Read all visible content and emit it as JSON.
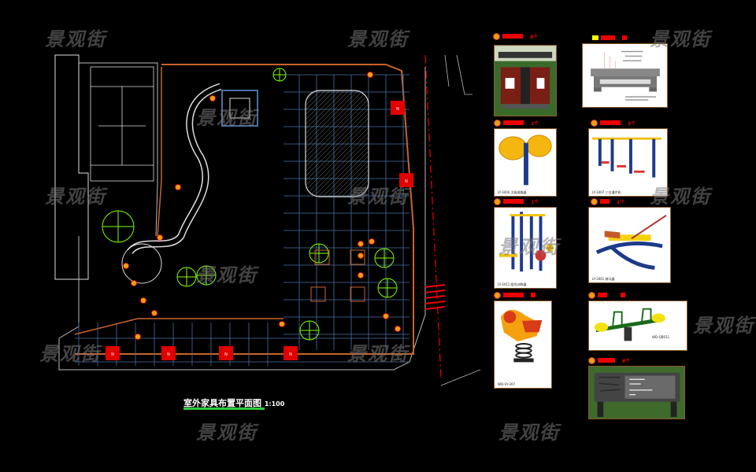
{
  "watermark": "景观街",
  "drawing": {
    "title": "室外家具布置平面图",
    "scale": "1:100",
    "sign_marker": "N"
  },
  "legend": {
    "items": [
      {
        "name": "trash-bin",
        "qty": "8个",
        "caption": ""
      },
      {
        "name": "bench",
        "qty": "",
        "caption": ""
      },
      {
        "name": "fitness-rotator",
        "qty": "1个",
        "caption": "LY-3404 太极揉推器"
      },
      {
        "name": "fitness-walker",
        "qty": "1个",
        "caption": "LY-3407 三位漫步机"
      },
      {
        "name": "fitness-combo",
        "qty": "1个",
        "caption": "LY-3411 组合训练器"
      },
      {
        "name": "fitness-rider",
        "qty": "1个",
        "caption": "LY-3401 骑马器"
      },
      {
        "name": "spring-rider",
        "qty": "",
        "caption": "WD-SY-307"
      },
      {
        "name": "seesaw",
        "qty": "",
        "caption": "WD-QB011"
      },
      {
        "name": "sign-board",
        "qty": "8个",
        "caption": ""
      }
    ]
  },
  "colors": {
    "background": "#000000",
    "grid": "#4a6fa5",
    "boundary": "#c8642d",
    "tree": "#7fff00",
    "marker": "#e00000"
  }
}
